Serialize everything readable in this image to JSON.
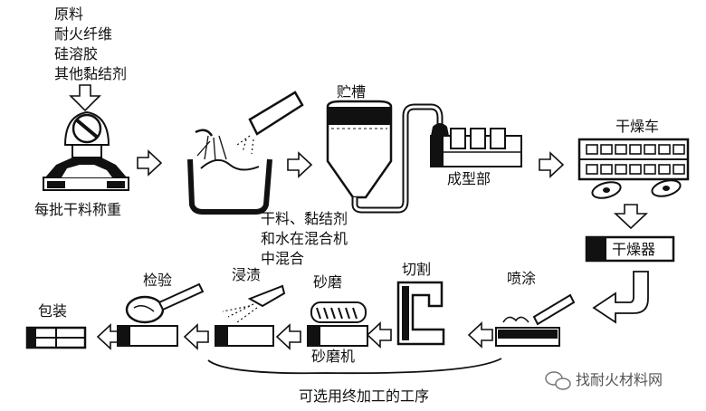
{
  "labels": {
    "raw_materials": [
      "原料",
      "耐火纤维",
      "硅溶胶",
      "其他黏结剂"
    ],
    "weigh": "每批干料称重",
    "mix": [
      "干料、黏结剂",
      "和水在混合机",
      "中混合"
    ],
    "tank": "贮槽",
    "forming": "成型部",
    "dry_cart": "干燥车",
    "dryer": "干燥器",
    "spray": "喷涂",
    "cut": "切割",
    "sand": "砂磨",
    "impregnate": "浸渍",
    "inspect": "检验",
    "pack": "包装",
    "sanding_machine": "砂磨机",
    "optional_finishing": "可选用终加工的工序"
  },
  "watermark": "找耐火材料网"
}
